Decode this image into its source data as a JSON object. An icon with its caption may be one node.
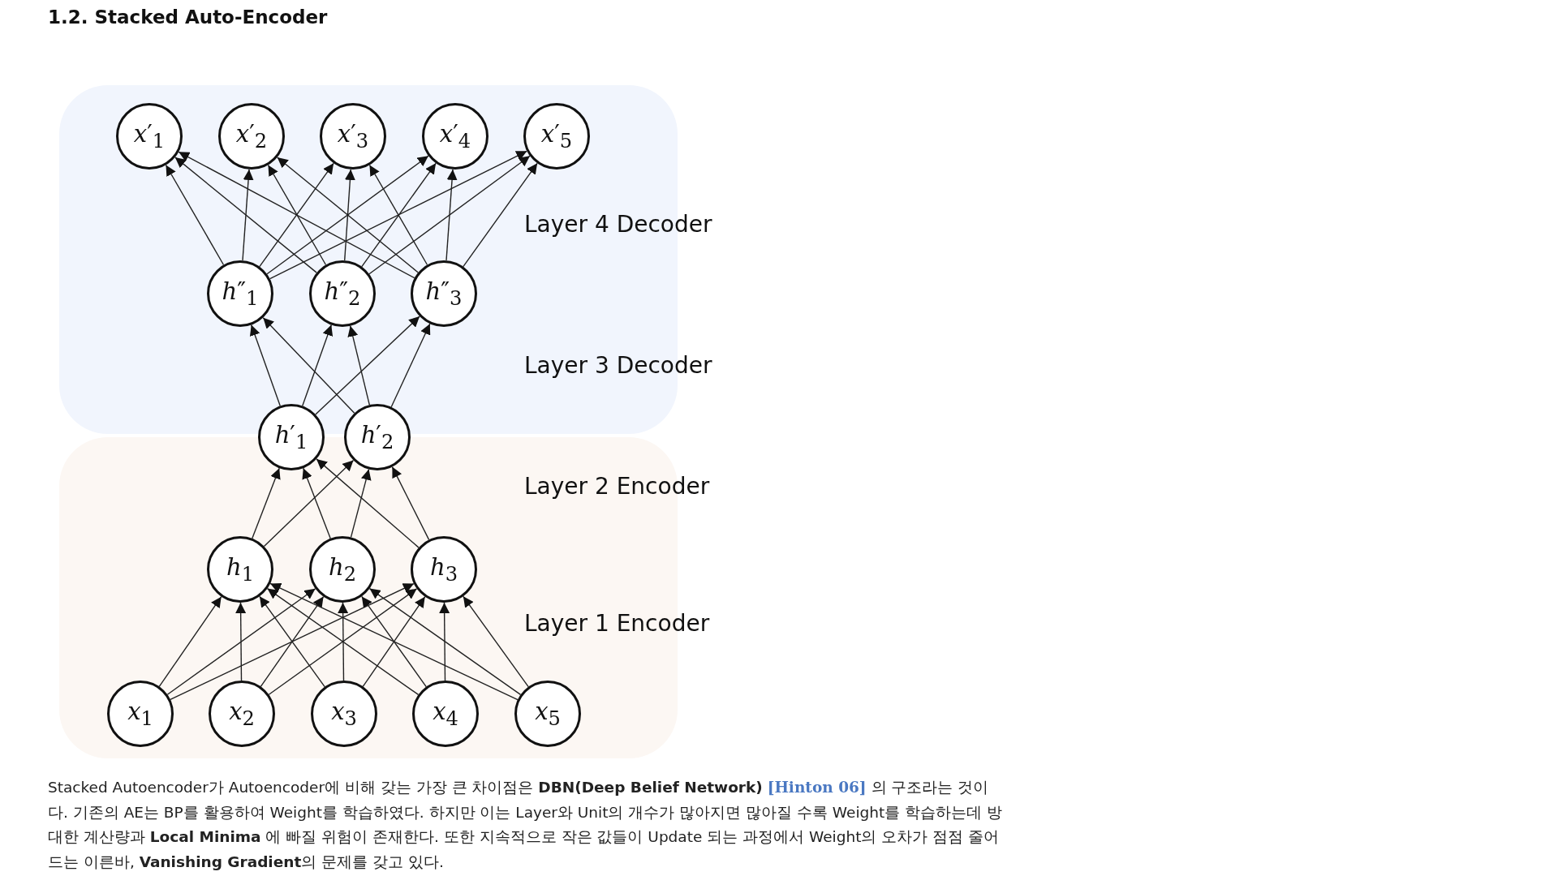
{
  "diagram": {
    "title": "1.2. Stacked Auto-Encoder",
    "nodes": [
      {
        "text": [
          "*x*′$_{1}$"
        ]
      },
      {
        "text": [
          "*x*′$_{2}$"
        ]
      },
      {
        "text": [
          "*x*′$_{3}$"
        ]
      },
      {
        "text": [
          "*x*′$_{4}$"
        ]
      },
      {
        "text": [
          "*x*′$_{5}$"
        ]
      },
      {
        "text": [
          "*h*″$_{1}$"
        ]
      },
      {
        "text": [
          "*h*″$_{2}$"
        ]
      },
      {
        "text": [
          "*h*″$_{3}$"
        ]
      },
      {
        "text": [
          "*h*′$_{1}$"
        ]
      },
      {
        "text": [
          "*h*′$_{2}$"
        ]
      },
      {
        "text": [
          "*h*$_{1}$"
        ]
      },
      {
        "text": [
          "*h*$_{2}$"
        ]
      },
      {
        "text": [
          "*h*$_{3}$"
        ]
      },
      {
        "text": [
          "*x*$_{1}$"
        ]
      },
      {
        "text": [
          "*x*$_{2}$"
        ]
      },
      {
        "text": [
          "*x*$_{3}$"
        ]
      },
      {
        "text": [
          "*x*$_{4}$"
        ]
      },
      {
        "text": [
          "*x*$_{5}$"
        ]
      }
    ],
    "edges": [
      {
        "from": 13,
        "to": 10,
        "arrow": "to"
      },
      {
        "from": 13,
        "to": 11,
        "arrow": "to"
      },
      {
        "from": 13,
        "to": 12,
        "arrow": "to"
      },
      {
        "from": 14,
        "to": 10,
        "arrow": "to"
      },
      {
        "from": 14,
        "to": 11,
        "arrow": "to"
      },
      {
        "from": 14,
        "to": 12,
        "arrow": "to"
      },
      {
        "from": 15,
        "to": 10,
        "arrow": "to"
      },
      {
        "from": 15,
        "to": 11,
        "arrow": "to"
      },
      {
        "from": 15,
        "to": 12,
        "arrow": "to"
      },
      {
        "from": 16,
        "to": 10,
        "arrow": "to"
      },
      {
        "from": 16,
        "to": 11,
        "arrow": "to"
      },
      {
        "from": 16,
        "to": 12,
        "arrow": "to"
      },
      {
        "from": 17,
        "to": 10,
        "arrow": "to"
      },
      {
        "from": 17,
        "to": 11,
        "arrow": "to"
      },
      {
        "from": 17,
        "to": 12,
        "arrow": "to"
      },
      {
        "from": 10,
        "to": 8,
        "arrow": "to"
      },
      {
        "from": 10,
        "to": 9,
        "arrow": "to"
      },
      {
        "from": 11,
        "to": 8,
        "arrow": "to"
      },
      {
        "from": 11,
        "to": 9,
        "arrow": "to"
      },
      {
        "from": 12,
        "to": 8,
        "arrow": "to"
      },
      {
        "from": 12,
        "to": 9,
        "arrow": "to"
      },
      {
        "from": 8,
        "to": 5,
        "arrow": "to"
      },
      {
        "from": 8,
        "to": 6,
        "arrow": "to"
      },
      {
        "from": 8,
        "to": 7,
        "arrow": "to"
      },
      {
        "from": 9,
        "to": 5,
        "arrow": "to"
      },
      {
        "from": 9,
        "to": 6,
        "arrow": "to"
      },
      {
        "from": 9,
        "to": 7,
        "arrow": "to"
      },
      {
        "from": 5,
        "to": 0,
        "arrow": "to"
      },
      {
        "from": 5,
        "to": 1,
        "arrow": "to"
      },
      {
        "from": 5,
        "to": 2,
        "arrow": "to"
      },
      {
        "from": 5,
        "to": 3,
        "arrow": "to"
      },
      {
        "from": 5,
        "to": 4,
        "arrow": "to"
      },
      {
        "from": 6,
        "to": 0,
        "arrow": "to"
      },
      {
        "from": 6,
        "to": 1,
        "arrow": "to"
      },
      {
        "from": 6,
        "to": 2,
        "arrow": "to"
      },
      {
        "from": 6,
        "to": 3,
        "arrow": "to"
      },
      {
        "from": 6,
        "to": 4,
        "arrow": "to"
      },
      {
        "from": 7,
        "to": 0,
        "arrow": "to"
      },
      {
        "from": 7,
        "to": 1,
        "arrow": "to"
      },
      {
        "from": 7,
        "to": 2,
        "arrow": "to"
      },
      {
        "from": 7,
        "to": 3,
        "arrow": "to"
      },
      {
        "from": 7,
        "to": 4,
        "arrow": "to"
      }
    ],
    "labels": [
      "Layer 4 Decoder",
      "Layer 3 Decoder",
      "Layer 2 Encoder",
      "Layer 1 Encoder",
      "Stacked Autoencoder가 Autoencoder에 비해 갖는 가장 큰 차이점은 **DBN(Deep Belief Network)**",
      "[Hinton 06]",
      "의 구조라는 것이다. 기존의 AE는 BP를 활용하여 Weight를 학습하였다. 하지만 이는 Layer와 Unit의 개수가 많아지면 많아질 수록 Weight를 학습하는데 방대한 계산량과 **Local Minima** 에 빠질 위험이 존재한다. 또한 지속적으로 작은 값들이 Update 되는 과정에서 Weight의 오차가 점점 줄어드는 이른바, **Vanishing Gradient**의 문제를 갖고 있다."
    ]
  }
}
